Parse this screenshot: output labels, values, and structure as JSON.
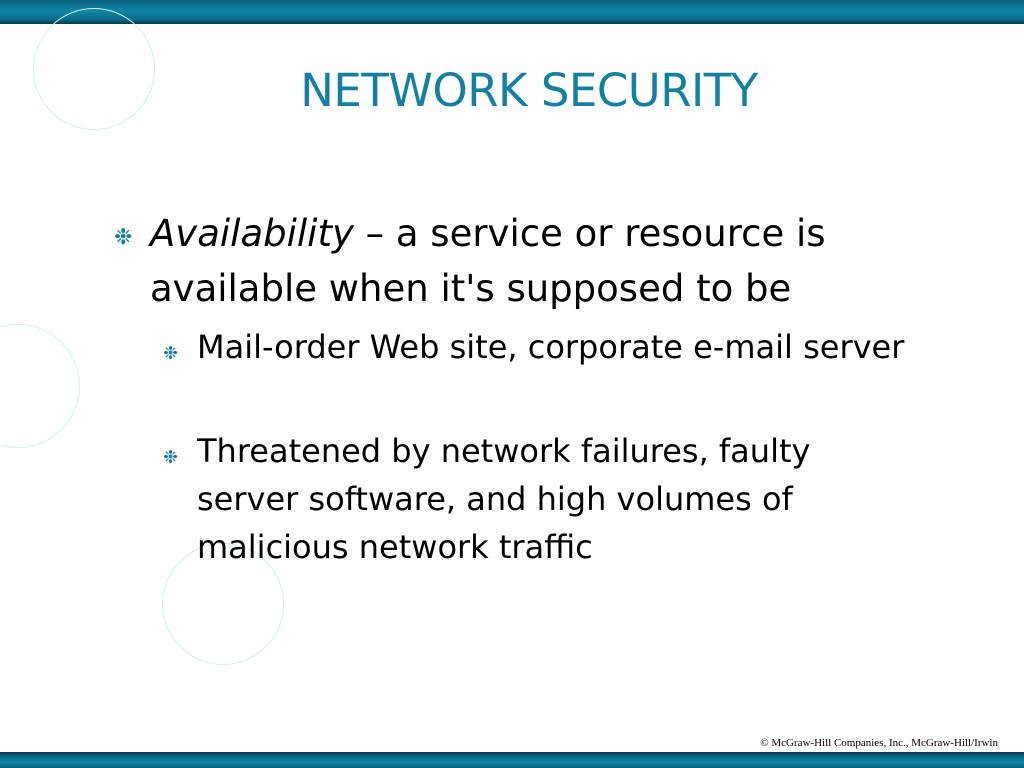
{
  "slide": {
    "title": "NETWORK SECURITY",
    "bullet_glyph": "❉",
    "main_point": {
      "term": "Availability",
      "definition": " – a service or resource is available when it's supposed to be"
    },
    "sub_points": [
      "Mail-order Web site, corporate e-mail server",
      "Threatened by network failures, faulty server software, and high volumes of malicious network traffic"
    ],
    "footer": "© McGraw-Hill Companies, Inc., McGraw-Hill/Irwin"
  },
  "colors": {
    "title": "#127fa3",
    "bullet": "#127fa3",
    "band": "#0b6d8c",
    "decor_circle": "#d3f0ef",
    "text": "#000000"
  }
}
